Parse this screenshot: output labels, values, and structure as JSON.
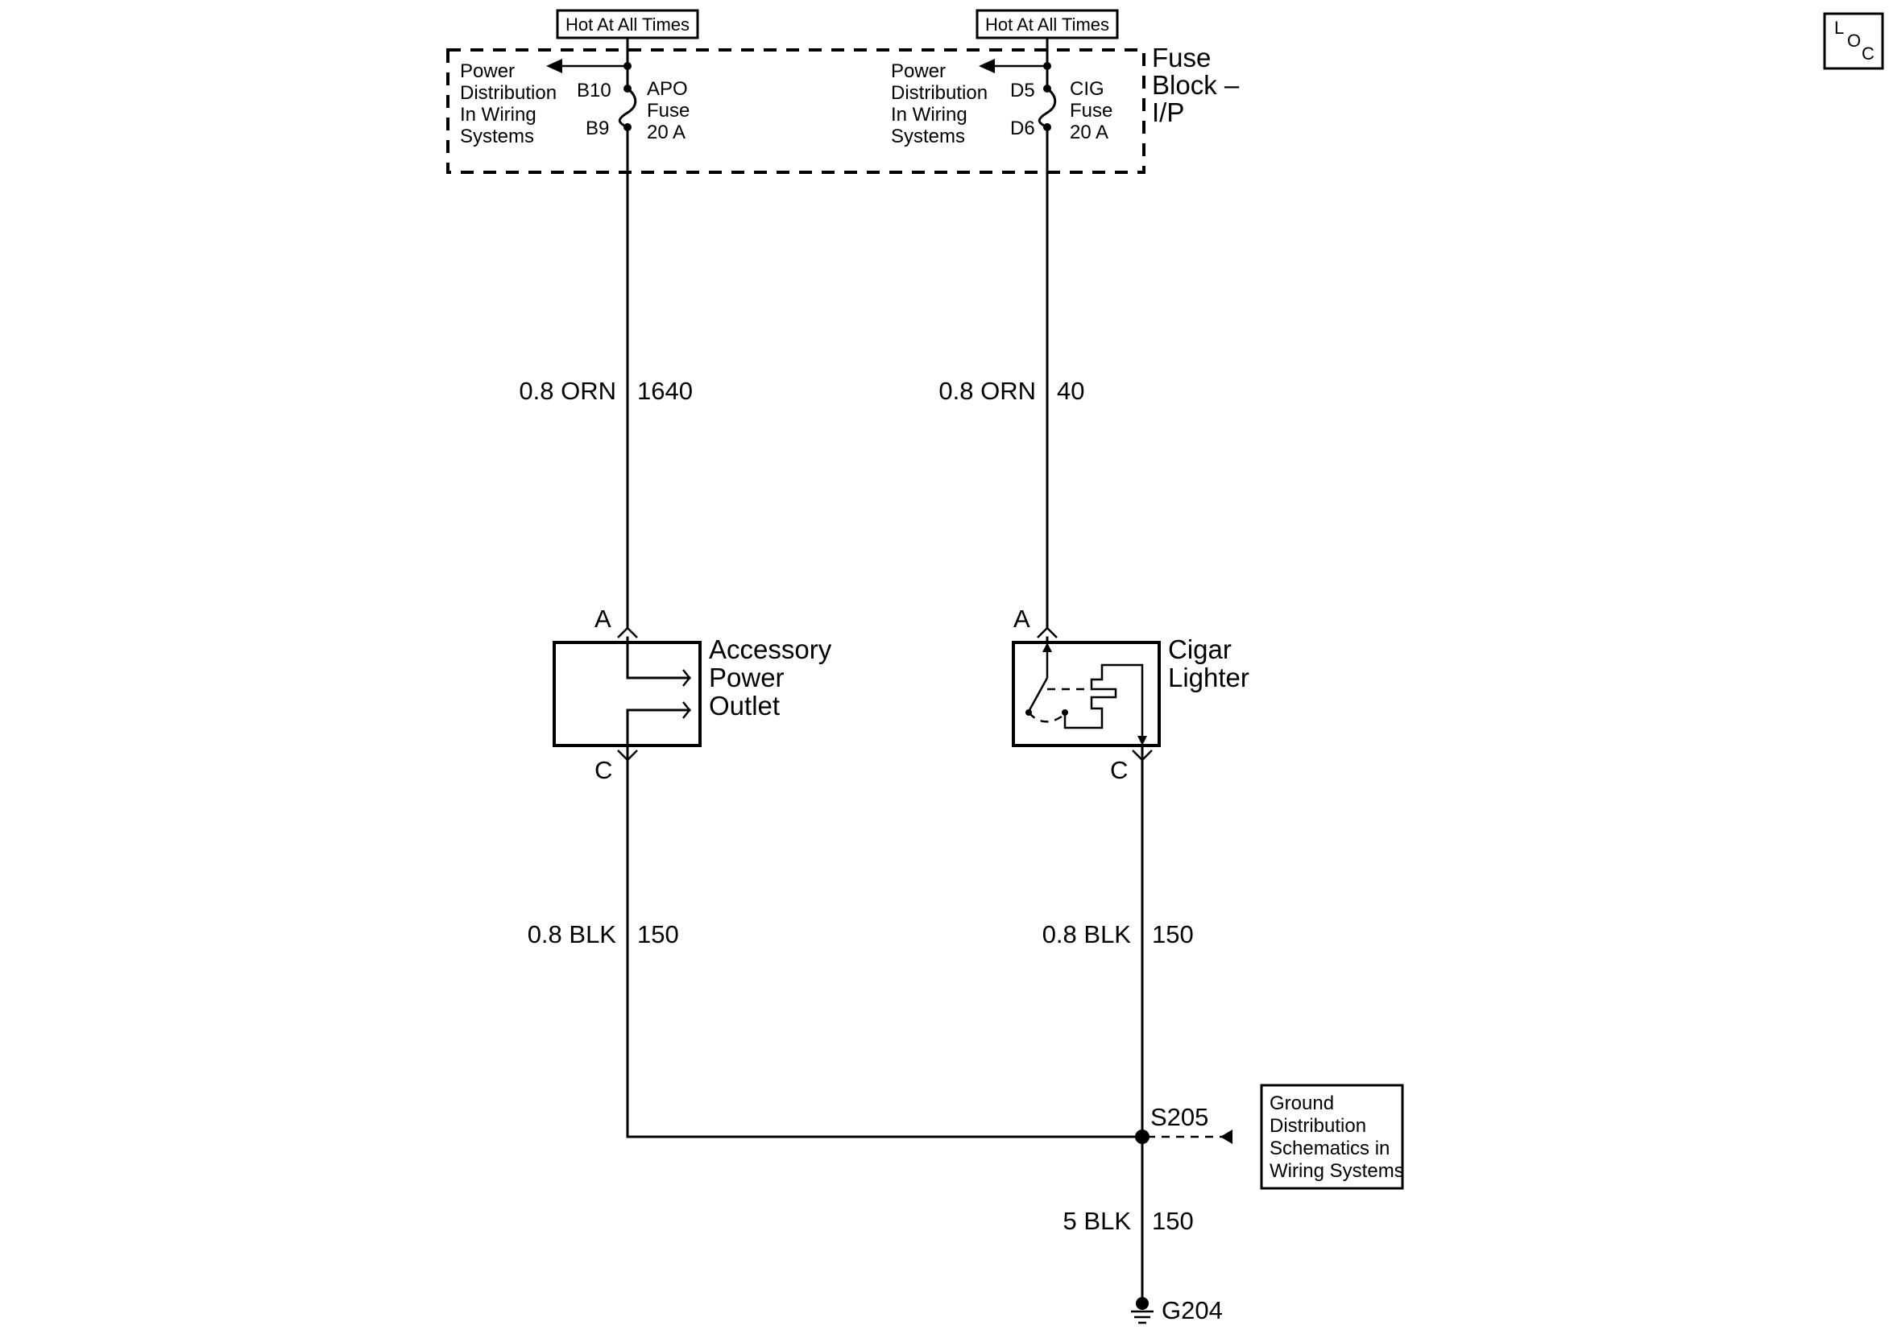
{
  "loc_label": {
    "l": "L",
    "o": "O",
    "c": "C"
  },
  "fuse_block": {
    "name_line1": "Fuse",
    "name_line2": "Block –",
    "name_line3": "I/P"
  },
  "hot_labels": {
    "left": "Hot At All Times",
    "right": "Hot At All Times"
  },
  "power_distribution": {
    "left": [
      "Power",
      "Distribution",
      "In Wiring",
      "Systems"
    ],
    "right": [
      "Power",
      "Distribution",
      "In Wiring",
      "Systems"
    ]
  },
  "fuses": {
    "apo": {
      "pin_top": "B10",
      "pin_bottom": "B9",
      "name": "APO",
      "type": "Fuse",
      "rating": "20 A"
    },
    "cig": {
      "pin_top": "D5",
      "pin_bottom": "D6",
      "name": "CIG",
      "type": "Fuse",
      "rating": "20 A"
    }
  },
  "wires": {
    "apo_feed": {
      "spec": "0.8 ORN",
      "circuit": "1640"
    },
    "cig_feed": {
      "spec": "0.8 ORN",
      "circuit": "40"
    },
    "apo_ground": {
      "spec": "0.8 BLK",
      "circuit": "150"
    },
    "cig_ground": {
      "spec": "0.8 BLK",
      "circuit": "150"
    },
    "main_ground": {
      "spec": "5 BLK",
      "circuit": "150"
    }
  },
  "components": {
    "apo": {
      "pin_a": "A",
      "pin_c": "C",
      "line1": "Accessory",
      "line2": "Power",
      "line3": "Outlet"
    },
    "cig": {
      "pin_a": "A",
      "pin_c": "C",
      "line1": "Cigar",
      "line2": "Lighter"
    }
  },
  "splice": "S205",
  "ground": "G204",
  "ground_distribution": [
    "Ground",
    "Distribution",
    "Schematics in",
    "Wiring Systems"
  ]
}
